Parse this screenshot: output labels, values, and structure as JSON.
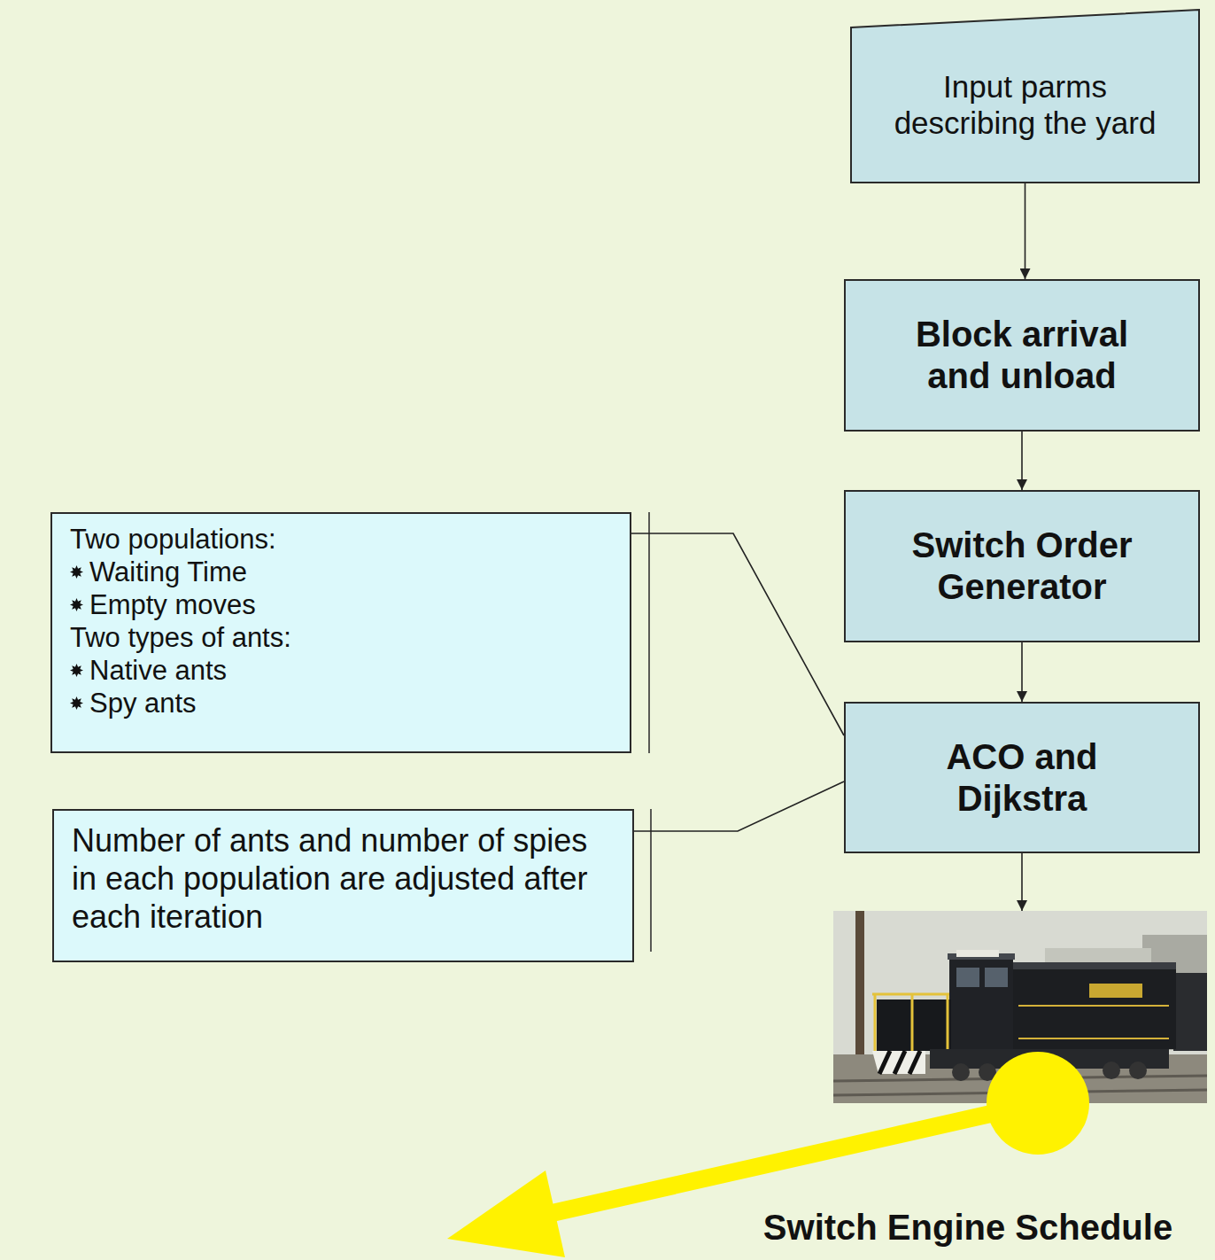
{
  "diagram": {
    "nodes": [
      {
        "text": [
          "Input parms describing the yard"
        ]
      },
      {
        "text": [
          "Block arrival and unload"
        ]
      },
      {
        "text": [
          "Switch Order Generator"
        ]
      },
      {
        "text": [
          "ACO and Dijkstra"
        ]
      },
      {
        "text": [
          "Two populations:",
          "Waiting Time",
          "Empty moves",
          "Two types of ants:",
          "Native ants",
          "Spy ants"
        ]
      },
      {
        "text": [
          "Number of ants and number of spies in each population are adjusted after each iteration"
        ]
      },
      {
        "text": [
          "Switch Engine Schedule"
        ]
      }
    ],
    "edges": [
      {
        "from": 0,
        "to": 1,
        "arrow": "to"
      },
      {
        "from": 1,
        "to": 2,
        "arrow": "to"
      },
      {
        "from": 2,
        "to": 3,
        "arrow": "to"
      },
      {
        "from": 4,
        "to": 3,
        "arrow": "none"
      },
      {
        "from": 5,
        "to": 3,
        "arrow": "none"
      },
      {
        "from": 3,
        "to": 6,
        "arrow": "to"
      }
    ]
  }
}
